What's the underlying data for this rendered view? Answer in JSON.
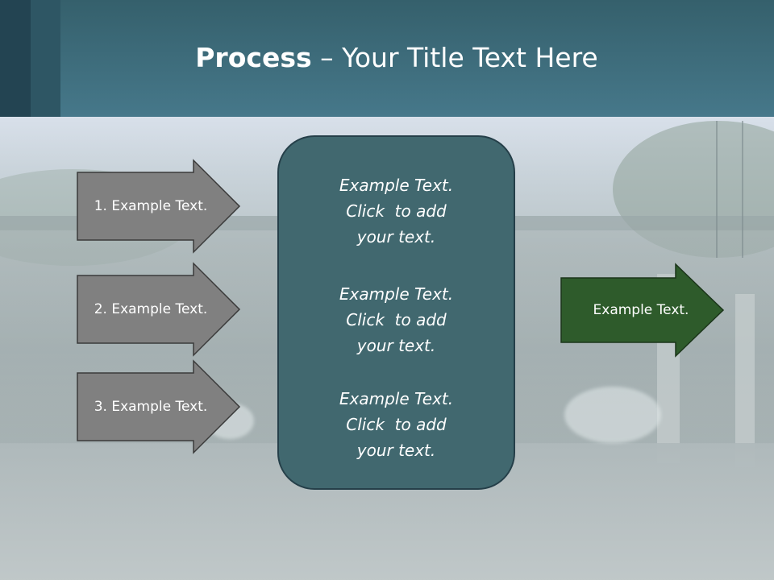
{
  "slide": {
    "title_bold": "Process",
    "title_rest": " – Your Title Text Here",
    "steps": [
      {
        "label": "1. Example Text."
      },
      {
        "label": "2. Example Text."
      },
      {
        "label": "3. Example Text."
      }
    ],
    "center_blocks": [
      {
        "line1": "Example Text.",
        "line2": "Click  to add",
        "line3": "your text."
      },
      {
        "line1": "Example Text.",
        "line2": "Click  to add",
        "line3": "your text."
      },
      {
        "line1": "Example Text.",
        "line2": "Click  to add",
        "line3": "your text."
      }
    ],
    "result": {
      "label": "Example Text."
    }
  },
  "colors": {
    "header": "#3f6d7d",
    "step_arrow": "#808080",
    "center_box": "#41686f",
    "result_arrow": "#2e5b2b"
  }
}
